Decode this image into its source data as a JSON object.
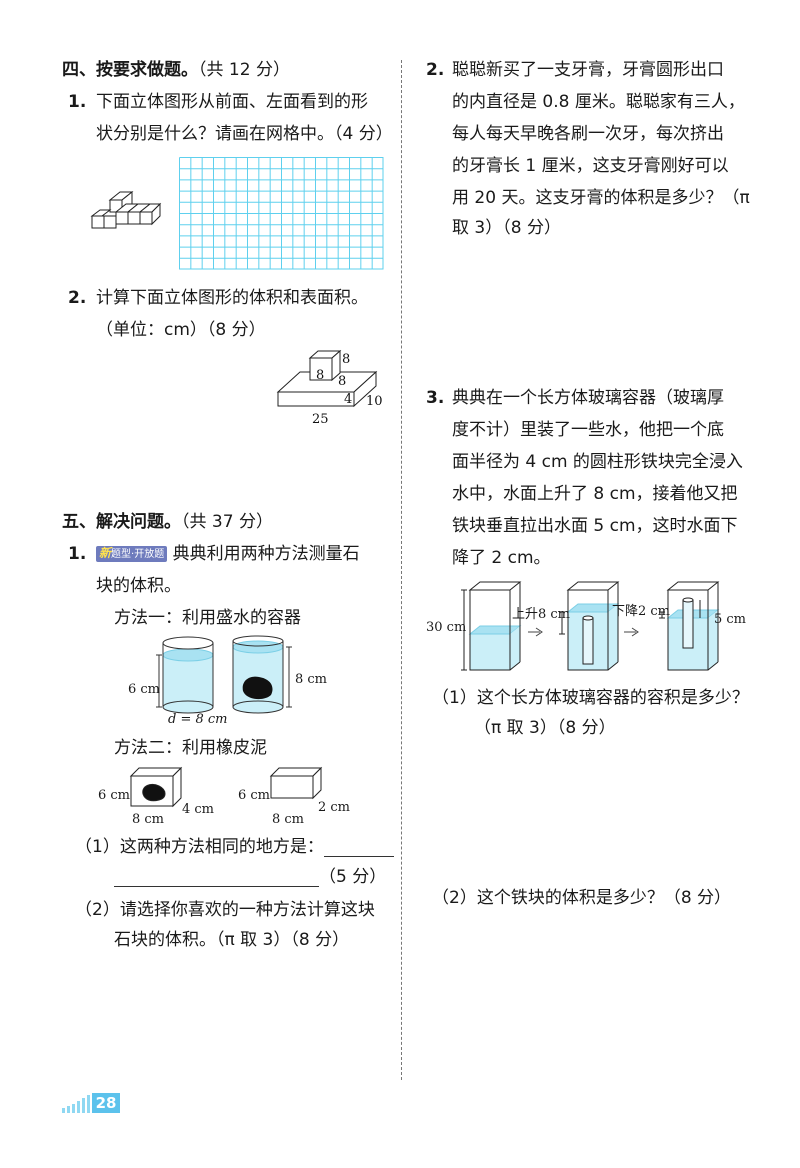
{
  "colors": {
    "grid": "#5ed0ee",
    "water": "#cbeff8",
    "water_edge": "#7ccfe6",
    "page_badge": "#5cc2ec",
    "badge_bg": "#6e7bbd"
  },
  "left": {
    "section4": {
      "title": "四、按要求做题。",
      "points": "（共 12 分）"
    },
    "q4_1": {
      "num": "1.",
      "line1": "下面立体图形从前面、左面看到的形",
      "line2": "状分别是什么？请画在网格中。（4 分）"
    },
    "q4_2": {
      "num": "2.",
      "line1": "计算下面立体图形的体积和表面积。",
      "line2": "（单位：cm）（8 分）",
      "labels": {
        "small_h": "8",
        "small_w": "8",
        "small_d": "8",
        "base_d": "4",
        "base_h": "10",
        "base_w": "25"
      }
    },
    "section5": {
      "title": "五、解决问题。",
      "points": "（共 37 分）"
    },
    "q5_1": {
      "num": "1.",
      "badge_new": "新",
      "badge_text": "题型·开放题",
      "line1": "典典利用两种方法测量石",
      "line2": "块的体积。",
      "method1": "方法一：利用盛水的容器",
      "m1_labels": {
        "h1": "6 cm",
        "d": "d = 8 cm",
        "h2": "8 cm"
      },
      "method2": "方法二：利用橡皮泥",
      "m2_labels": {
        "left_h": "6 cm",
        "left_d": "4 cm",
        "left_w": "8 cm",
        "right_h": "6 cm",
        "right_d": "2 cm",
        "right_w": "8 cm"
      },
      "sub1_num": "（1）",
      "sub1_text": "这两种方法相同的地方是：",
      "sub1_points": "（5 分）",
      "sub2_num": "（2）",
      "sub2_line1": "请选择你喜欢的一种方法计算这块",
      "sub2_line2": "石块的体积。（π 取 3）（8 分）"
    }
  },
  "right": {
    "q4_r2": {
      "num": "2.",
      "lines": [
        "聪聪新买了一支牙膏，牙膏圆形出口",
        "的内直径是 0.8 厘米。聪聪家有三人，",
        "每人每天早晚各刷一次牙，每次挤出",
        "的牙膏长 1 厘米，这支牙膏刚好可以",
        "用 20 天。这支牙膏的体积是多少？（π",
        "取 3）（8 分）"
      ]
    },
    "q5_3": {
      "num": "3.",
      "lines": [
        "典典在一个长方体玻璃容器（玻璃厚",
        "度不计）里装了一些水，他把一个底",
        "面半径为 4 cm 的圆柱形铁块完全浸入",
        "水中，水面上升了 8 cm，接着他又把",
        "铁块垂直拉出水面 5 cm，这时水面下",
        "降了 2 cm。"
      ],
      "fig_labels": {
        "height": "30 cm",
        "rise": "上升8 cm",
        "drop": "下降2 cm",
        "pull": "5 cm"
      },
      "sub1_num": "（1）",
      "sub1_line1": "这个长方体玻璃容器的容积是多少？",
      "sub1_line2": "（π 取 3）（8 分）",
      "sub2_num": "（2）",
      "sub2_text": "这个铁块的体积是多少？（8 分）"
    }
  },
  "footer": {
    "page_number": "28"
  }
}
